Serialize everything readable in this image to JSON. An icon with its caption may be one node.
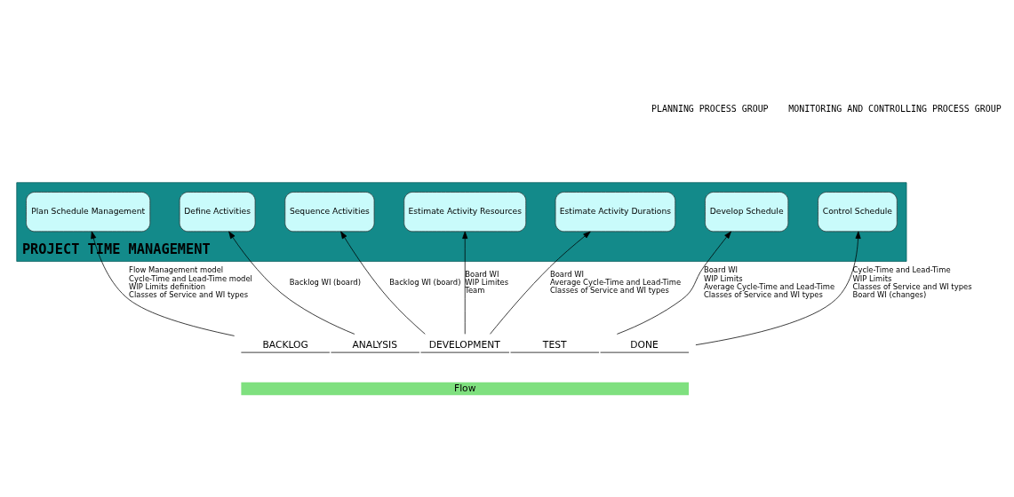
{
  "diagram": {
    "nodes": [
      {
        "text": [
          "PROJECT TIME MANAGEMENT"
        ]
      },
      {
        "text": [
          "Plan Schedule Management"
        ],
        "in": 0
      },
      {
        "text": [
          "Define Activities"
        ],
        "in": 0
      },
      {
        "text": [
          "Sequence Activities"
        ],
        "in": 0
      },
      {
        "text": [
          "Estimate Activity Resources"
        ],
        "in": 0
      },
      {
        "text": [
          "Estimate Activity Durations"
        ],
        "in": 0
      },
      {
        "text": [
          "Develop Schedule"
        ],
        "in": 0
      },
      {
        "text": [
          "Control Schedule"
        ],
        "in": 0
      },
      {
        "text": [
          "BACKLOG",
          "ANALYSIS",
          "DEVELOPMENT",
          "TEST",
          "DONE",
          "Flow"
        ]
      }
    ],
    "edges": [
      {
        "from": 8,
        "to": 1,
        "arrow": "to",
        "label": [
          "Flow Management model",
          "Cycle-Time and Lead-Time model",
          "WIP Limits definition",
          "Classes of Service and WI types"
        ]
      },
      {
        "from": 8,
        "to": 2,
        "arrow": "to",
        "label": [
          "Backlog WI (board)"
        ]
      },
      {
        "from": 8,
        "to": 3,
        "arrow": "to",
        "label": [
          "Backlog WI (board)"
        ]
      },
      {
        "from": 8,
        "to": 4,
        "arrow": "to",
        "label": [
          "Board WI",
          "WIP Limites",
          "Team"
        ]
      },
      {
        "from": 8,
        "to": 5,
        "arrow": "to",
        "label": [
          "Board WI",
          "Average Cycle-Time and Lead-Time",
          "Classes of Service and WI types"
        ]
      },
      {
        "from": 8,
        "to": 6,
        "arrow": "to",
        "label": [
          "Board WI",
          "WIP Limits",
          "Average Cycle-Time and Lead-Time",
          "Classes of Service and WI types"
        ]
      },
      {
        "from": 8,
        "to": 7,
        "arrow": "to",
        "label": [
          "Cycle-Time and Lead-Time",
          "WIP Limits",
          "Classes of Service and WI types",
          "Board WI (changes)"
        ]
      }
    ],
    "labels": [
      "PLANNING PROCESS GROUP",
      "MONITORING AND CONTROLLING PROCESS GROUP"
    ]
  }
}
